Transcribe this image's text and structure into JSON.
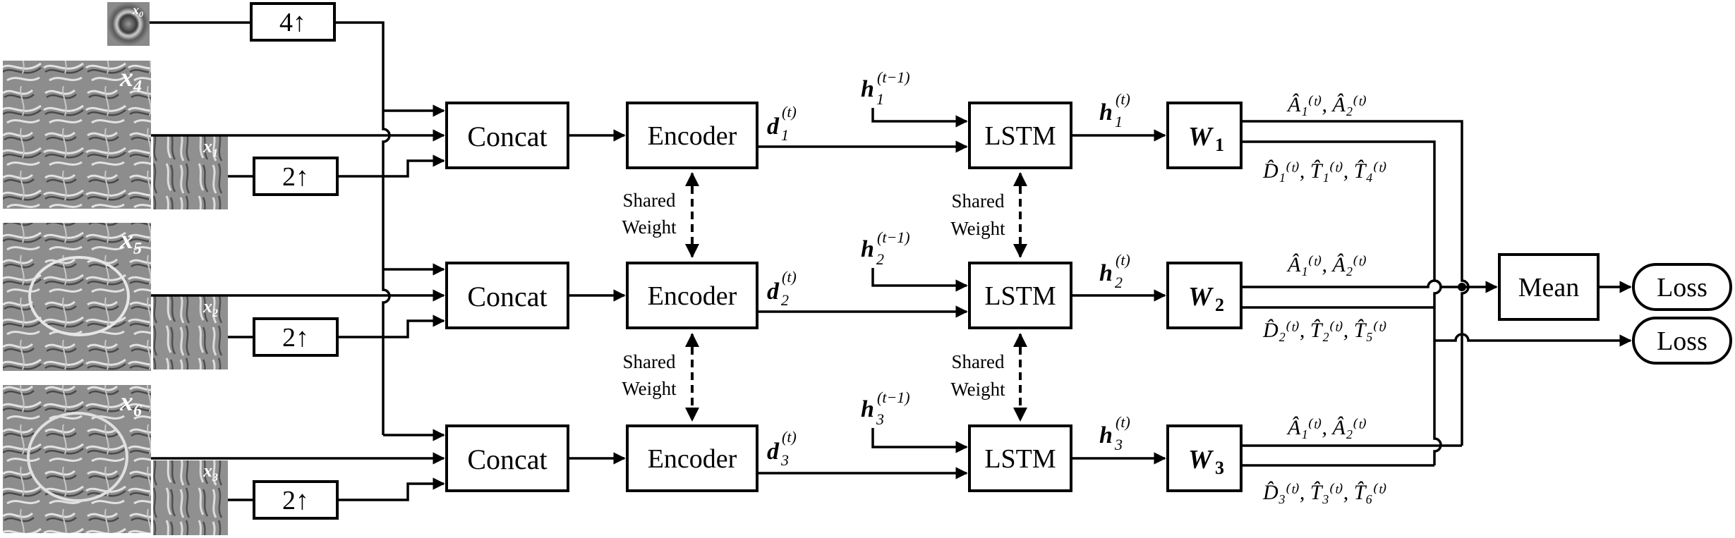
{
  "inputs": {
    "x0": {
      "var": "x",
      "sub": "0"
    },
    "x4": {
      "var": "x",
      "sub": "4"
    },
    "x1": {
      "var": "x",
      "sub": "1"
    },
    "x5": {
      "var": "x",
      "sub": "5"
    },
    "x2": {
      "var": "x",
      "sub": "2"
    },
    "x6": {
      "var": "x",
      "sub": "6"
    },
    "x3": {
      "var": "x",
      "sub": "3"
    }
  },
  "upsample": {
    "x0": "4↑",
    "x1": "2↑",
    "x2": "2↑",
    "x3": "2↑"
  },
  "blocks": {
    "concat": "Concat",
    "encoder": "Encoder",
    "lstm": "LSTM",
    "mean": "Mean",
    "loss_1": "Loss",
    "loss_2": "Loss"
  },
  "shared_weight": {
    "line1": "Shared",
    "line2": "Weight"
  },
  "variables": {
    "d": "d",
    "h": "h",
    "W": "W",
    "t": "(t)",
    "t_prev": "(t−1)"
  },
  "branches": [
    {
      "index": "1",
      "w_sub": "1",
      "out_top": "Â₁⁽ᵗ⁾, Â₂⁽ᵗ⁾",
      "out_bottom": "D̂₁⁽ᵗ⁾, T̂₁⁽ᵗ⁾, T̂₄⁽ᵗ⁾"
    },
    {
      "index": "2",
      "w_sub": "2",
      "out_top": "Â₁⁽ᵗ⁾, Â₂⁽ᵗ⁾",
      "out_bottom": "D̂₂⁽ᵗ⁾, T̂₂⁽ᵗ⁾, T̂₅⁽ᵗ⁾"
    },
    {
      "index": "3",
      "w_sub": "3",
      "out_top": "Â₁⁽ᵗ⁾, Â₂⁽ᵗ⁾",
      "out_bottom": "D̂₃⁽ᵗ⁾, T̂₃⁽ᵗ⁾, T̂₆⁽ᵗ⁾"
    }
  ],
  "colors": {
    "ink": "#000000",
    "image_gray": "#8c8c8c"
  }
}
